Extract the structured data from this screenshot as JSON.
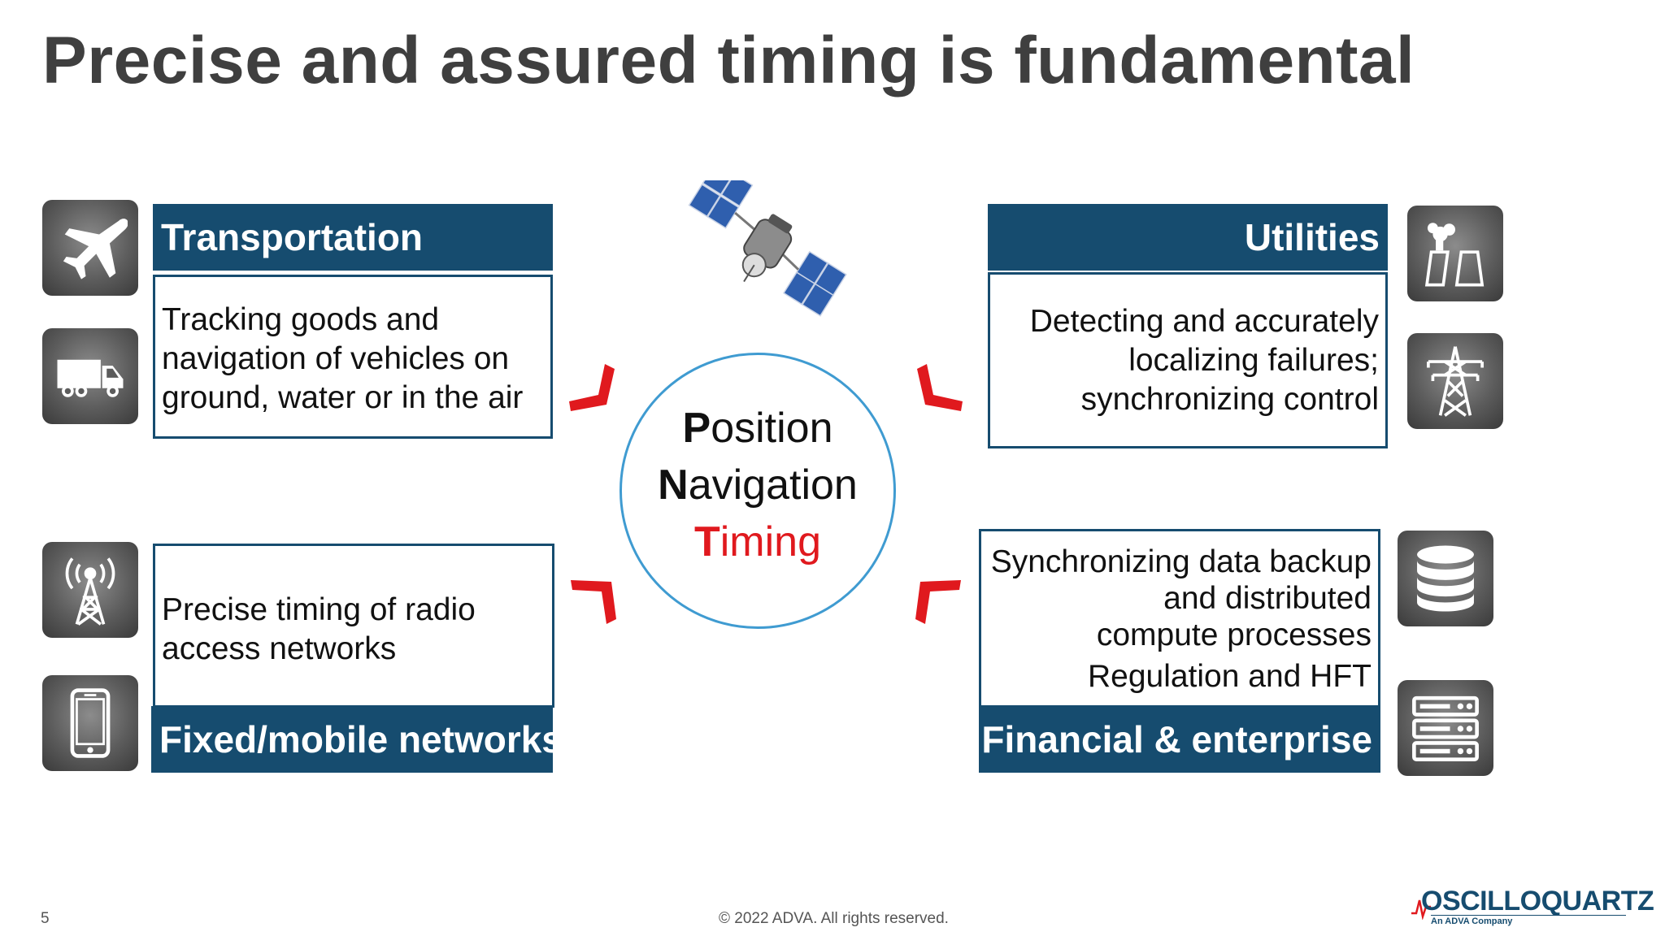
{
  "slide": {
    "title": "Precise and assured timing is fundamental",
    "page_number": "5",
    "copyright": "© 2022 ADVA. All rights reserved.",
    "logo": {
      "name": "OSCILLOQUARTZ",
      "tagline": "An ADVA Company",
      "color": "#164c6f",
      "accent": "#e0191e"
    }
  },
  "center": {
    "lines": [
      {
        "initial": "P",
        "rest": "osition"
      },
      {
        "initial": "N",
        "rest": "avigation"
      },
      {
        "initial": "T",
        "rest": "iming"
      }
    ],
    "accent_color": "#e0191e",
    "circle_color": "#3f9bd1"
  },
  "quadrants": {
    "transportation": {
      "header": "Transportation",
      "lines": [
        "Tracking goods and",
        "navigation of vehicles on",
        "ground, water or in the air"
      ],
      "icons": [
        "airplane-icon",
        "truck-icon"
      ]
    },
    "utilities": {
      "header": "Utilities",
      "lines": [
        "Detecting and accurately",
        "localizing failures;",
        "synchronizing control"
      ],
      "icons": [
        "power-plant-icon",
        "power-tower-icon"
      ]
    },
    "networks": {
      "header": "Fixed/mobile networks",
      "lines": [
        "Precise timing of radio",
        "access networks"
      ],
      "icons": [
        "radio-tower-icon",
        "smartphone-icon"
      ]
    },
    "financial": {
      "header": "Financial & enterprise",
      "lines": [
        "Synchronizing data backup",
        "and distributed",
        "compute processes",
        "Regulation and HFT"
      ],
      "icons": [
        "database-icon",
        "server-rack-icon"
      ]
    }
  },
  "colors": {
    "header_bg": "#164c6f",
    "title": "#3f3f3f"
  }
}
